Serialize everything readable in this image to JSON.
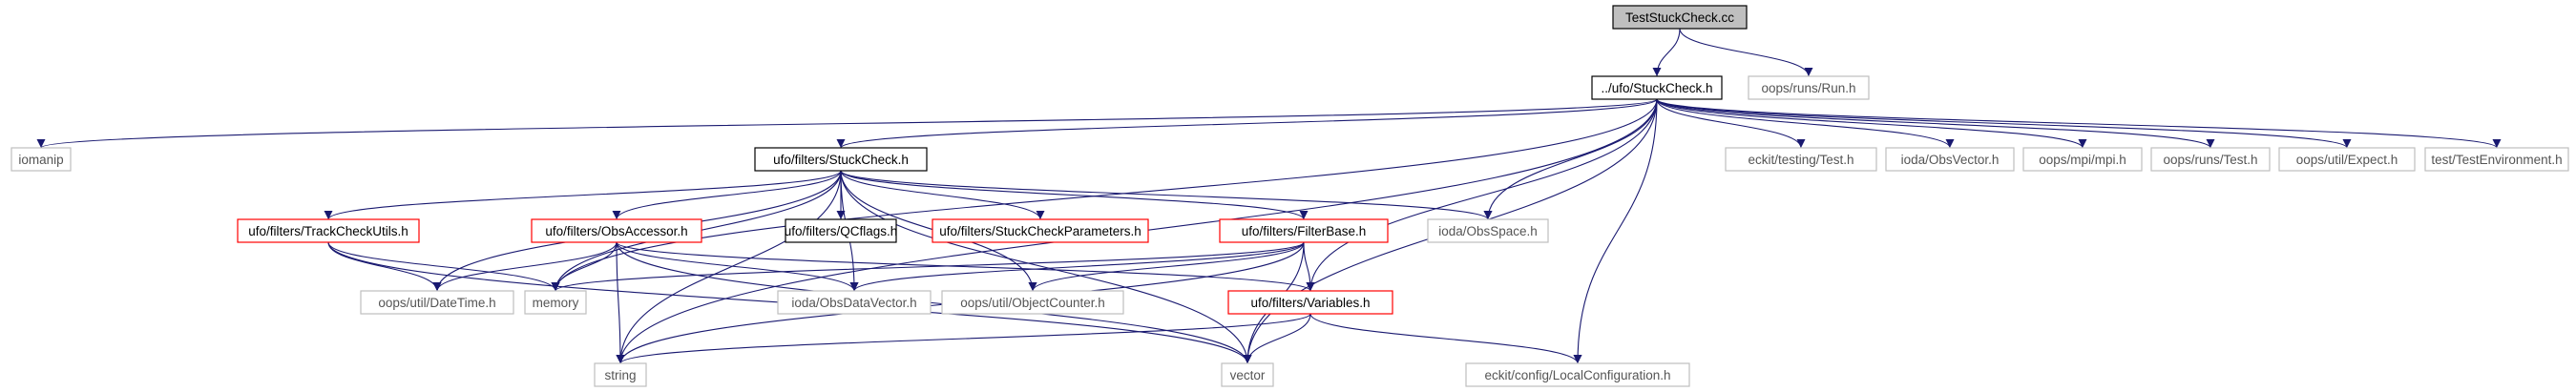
{
  "diagram": {
    "type": "include-dependency-graph",
    "colors": {
      "edge": "#191970",
      "border_root": "#000000",
      "fill_root": "#bfbfbf",
      "border_documented": "#000000",
      "border_has_more": "#ff0000",
      "border_external": "#bfbfbf",
      "text": "#000000",
      "text_external": "#555555"
    },
    "nodes": [
      {
        "id": "n0",
        "label": "TestStuckCheck.cc",
        "style": "root"
      },
      {
        "id": "n1",
        "label": "../ufo/StuckCheck.h",
        "style": "documented"
      },
      {
        "id": "n2",
        "label": "oops/runs/Run.h",
        "style": "external"
      },
      {
        "id": "n3",
        "label": "iomanip",
        "style": "external"
      },
      {
        "id": "n4",
        "label": "ufo/filters/StuckCheck.h",
        "style": "documented"
      },
      {
        "id": "n5",
        "label": "eckit/testing/Test.h",
        "style": "external"
      },
      {
        "id": "n6",
        "label": "ioda/ObsVector.h",
        "style": "external"
      },
      {
        "id": "n7",
        "label": "oops/mpi/mpi.h",
        "style": "external"
      },
      {
        "id": "n8",
        "label": "oops/runs/Test.h",
        "style": "external"
      },
      {
        "id": "n9",
        "label": "oops/util/Expect.h",
        "style": "external"
      },
      {
        "id": "n10",
        "label": "test/TestEnvironment.h",
        "style": "external"
      },
      {
        "id": "n11",
        "label": "ufo/filters/TrackCheckUtils.h",
        "style": "has_more"
      },
      {
        "id": "n12",
        "label": "ufo/filters/ObsAccessor.h",
        "style": "has_more"
      },
      {
        "id": "n13",
        "label": "ufo/filters/QCflags.h",
        "style": "documented"
      },
      {
        "id": "n14",
        "label": "ufo/filters/StuckCheckParameters.h",
        "style": "has_more"
      },
      {
        "id": "n15",
        "label": "ufo/filters/FilterBase.h",
        "style": "has_more"
      },
      {
        "id": "n16",
        "label": "ioda/ObsSpace.h",
        "style": "external"
      },
      {
        "id": "n17",
        "label": "oops/util/DateTime.h",
        "style": "external"
      },
      {
        "id": "n18",
        "label": "memory",
        "style": "external"
      },
      {
        "id": "n19",
        "label": "ioda/ObsDataVector.h",
        "style": "external"
      },
      {
        "id": "n20",
        "label": "oops/util/ObjectCounter.h",
        "style": "external"
      },
      {
        "id": "n21",
        "label": "ufo/filters/Variables.h",
        "style": "has_more"
      },
      {
        "id": "n22",
        "label": "string",
        "style": "external"
      },
      {
        "id": "n23",
        "label": "vector",
        "style": "external"
      },
      {
        "id": "n24",
        "label": "eckit/config/LocalConfiguration.h",
        "style": "external"
      }
    ],
    "edges": [
      [
        "n0",
        "n1"
      ],
      [
        "n0",
        "n2"
      ],
      [
        "n1",
        "n3"
      ],
      [
        "n1",
        "n4"
      ],
      [
        "n1",
        "n5"
      ],
      [
        "n1",
        "n6"
      ],
      [
        "n1",
        "n7"
      ],
      [
        "n1",
        "n8"
      ],
      [
        "n1",
        "n9"
      ],
      [
        "n1",
        "n10"
      ],
      [
        "n1",
        "n16"
      ],
      [
        "n1",
        "n18"
      ],
      [
        "n1",
        "n21"
      ],
      [
        "n1",
        "n22"
      ],
      [
        "n1",
        "n23"
      ],
      [
        "n1",
        "n24"
      ],
      [
        "n4",
        "n11"
      ],
      [
        "n4",
        "n12"
      ],
      [
        "n4",
        "n13"
      ],
      [
        "n4",
        "n14"
      ],
      [
        "n4",
        "n15"
      ],
      [
        "n4",
        "n16"
      ],
      [
        "n4",
        "n17"
      ],
      [
        "n4",
        "n18"
      ],
      [
        "n4",
        "n19"
      ],
      [
        "n4",
        "n20"
      ],
      [
        "n4",
        "n22"
      ],
      [
        "n4",
        "n23"
      ],
      [
        "n11",
        "n17"
      ],
      [
        "n11",
        "n18"
      ],
      [
        "n11",
        "n23"
      ],
      [
        "n12",
        "n17"
      ],
      [
        "n12",
        "n18"
      ],
      [
        "n12",
        "n19"
      ],
      [
        "n12",
        "n21"
      ],
      [
        "n12",
        "n22"
      ],
      [
        "n12",
        "n23"
      ],
      [
        "n15",
        "n18"
      ],
      [
        "n15",
        "n19"
      ],
      [
        "n15",
        "n20"
      ],
      [
        "n15",
        "n21"
      ],
      [
        "n15",
        "n22"
      ],
      [
        "n15",
        "n23"
      ],
      [
        "n21",
        "n22"
      ],
      [
        "n21",
        "n23"
      ],
      [
        "n21",
        "n24"
      ]
    ]
  }
}
